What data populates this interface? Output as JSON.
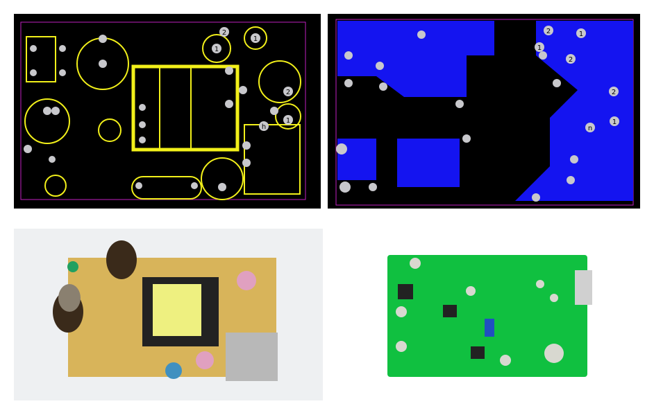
{
  "panels": {
    "top_left": {
      "kind": "pcb-silkscreen-layout",
      "labels": [
        "1",
        "1",
        "2",
        "2",
        "1",
        "h"
      ]
    },
    "top_right": {
      "kind": "pcb-copper-layout",
      "labels": [
        "2",
        "1",
        "1",
        "2",
        "2",
        "n",
        "1"
      ]
    },
    "bottom_left": {
      "kind": "pcb-component-side-photo"
    },
    "bottom_right": {
      "kind": "pcb-solder-side-photo"
    }
  },
  "colors": {
    "layout_bg": "#000000",
    "silkscreen": "#f2f01a",
    "copper": "#1414f0",
    "pad": "#c8c8cc",
    "outline": "#c020c0",
    "board_tan": "#d8b45a",
    "board_green": "#10c040"
  }
}
